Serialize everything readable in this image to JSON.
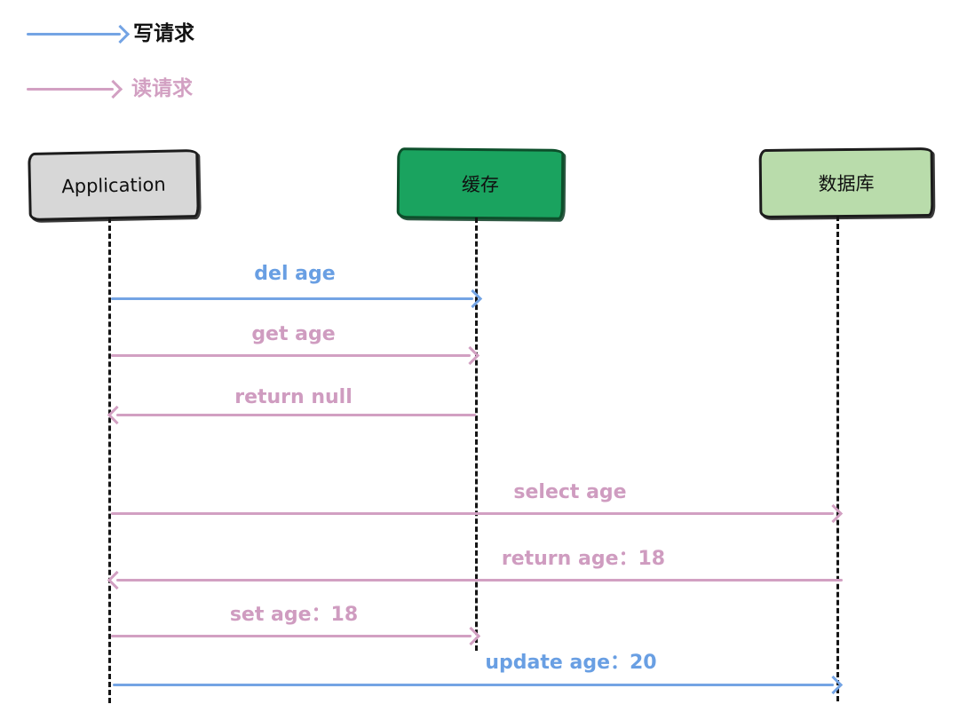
{
  "legend": {
    "write": {
      "label": "写请求",
      "color": "#74a4e4"
    },
    "read": {
      "label": "读请求",
      "color": "#d2a0c2"
    }
  },
  "lifelines": [
    {
      "id": "application",
      "label": "Application",
      "fill": "#d7d7d7"
    },
    {
      "id": "cache",
      "label": "缓存",
      "fill": "#1aa35f"
    },
    {
      "id": "database",
      "label": "数据库",
      "fill": "#b9dcab"
    }
  ],
  "messages": [
    {
      "label": "del age",
      "type": "write",
      "from": "Application",
      "to": "缓存"
    },
    {
      "label": "get age",
      "type": "read",
      "from": "Application",
      "to": "缓存"
    },
    {
      "label": "return null",
      "type": "read",
      "from": "缓存",
      "to": "Application"
    },
    {
      "label": "select age",
      "type": "read",
      "from": "Application",
      "to": "数据库"
    },
    {
      "label": "return age：18",
      "type": "read",
      "from": "数据库",
      "to": "Application"
    },
    {
      "label": "set age：18",
      "type": "read",
      "from": "Application",
      "to": "缓存"
    },
    {
      "label": "update age：20",
      "type": "write",
      "from": "Application",
      "to": "数据库"
    }
  ]
}
